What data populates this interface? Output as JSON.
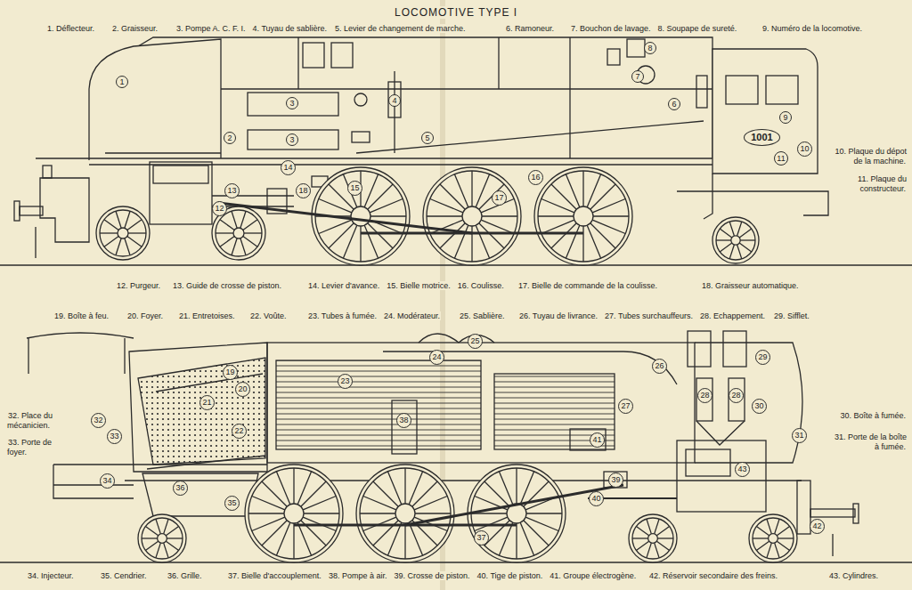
{
  "diagram": {
    "title": "LOCOMOTIVE TYPE I",
    "nodes": [
      {
        "text": [
          "1"
        ]
      },
      {
        "text": [
          "2"
        ]
      },
      {
        "text": [
          "3"
        ]
      },
      {
        "text": [
          "3"
        ]
      },
      {
        "text": [
          "4"
        ]
      },
      {
        "text": [
          "5"
        ]
      },
      {
        "text": [
          "6"
        ]
      },
      {
        "text": [
          "7"
        ]
      },
      {
        "text": [
          "8"
        ]
      },
      {
        "text": [
          "9"
        ]
      },
      {
        "text": [
          "1001"
        ]
      },
      {
        "text": [
          "10"
        ]
      },
      {
        "text": [
          "11"
        ]
      },
      {
        "text": [
          "12"
        ]
      },
      {
        "text": [
          "13"
        ]
      },
      {
        "text": [
          "14"
        ]
      },
      {
        "text": [
          "15"
        ]
      },
      {
        "text": [
          "16"
        ]
      },
      {
        "text": [
          "17"
        ]
      },
      {
        "text": [
          "18"
        ]
      },
      {
        "text": [
          "19"
        ]
      },
      {
        "text": [
          "20"
        ]
      },
      {
        "text": [
          "21"
        ]
      },
      {
        "text": [
          "22"
        ]
      },
      {
        "text": [
          "23"
        ]
      },
      {
        "text": [
          "24"
        ]
      },
      {
        "text": [
          "25"
        ]
      },
      {
        "text": [
          "26"
        ]
      },
      {
        "text": [
          "27"
        ]
      },
      {
        "text": [
          "28"
        ]
      },
      {
        "text": [
          "28"
        ]
      },
      {
        "text": [
          "29"
        ]
      },
      {
        "text": [
          "30"
        ]
      },
      {
        "text": [
          "31"
        ]
      },
      {
        "text": [
          "32"
        ]
      },
      {
        "text": [
          "33"
        ]
      },
      {
        "text": [
          "34"
        ]
      },
      {
        "text": [
          "35"
        ]
      },
      {
        "text": [
          "36"
        ]
      },
      {
        "text": [
          "37"
        ]
      },
      {
        "text": [
          "38"
        ]
      },
      {
        "text": [
          "39"
        ]
      },
      {
        "text": [
          "40"
        ]
      },
      {
        "text": [
          "41"
        ]
      },
      {
        "text": [
          "42"
        ]
      },
      {
        "text": [
          "43"
        ]
      }
    ],
    "labels": [
      "1. Déflecteur.",
      "2. Graisseur.",
      "3. Pompe A. C. F. I.",
      "4. Tuyau de sablière.",
      "5. Levier de changement de marche.",
      "6. Ramoneur.",
      "7. Bouchon de lavage.",
      "8. Soupape de sureté.",
      "9. Numéro de la locomotive.",
      "10. Plaque du dépot de la machine.",
      "11. Plaque du constructeur.",
      "12. Purgeur.",
      "13. Guide de crosse de piston.",
      "14. Levier d'avance.",
      "15. Bielle motrice.",
      "16. Coulisse.",
      "17. Bielle de commande de la coulisse.",
      "18. Graisseur automatique.",
      "19. Boîte à feu.",
      "20. Foyer.",
      "21. Entretoises.",
      "22. Voûte.",
      "23. Tubes à fumée.",
      "24. Modérateur.",
      "25. Sablière.",
      "26. Tuyau de livrance.",
      "27. Tubes surchauffeurs.",
      "28. Echappement.",
      "29. Sifflet.",
      "32. Place du mécanicien.",
      "33. Porte de foyer.",
      "30. Boîte à fumée.",
      "31. Porte de la boîte à fumée.",
      "34. Injecteur.",
      "35. Cendrier.",
      "36. Grille.",
      "37. Bielle d'accouplement.",
      "38. Pompe à air.",
      "39. Crosse de piston.",
      "40. Tige de piston.",
      "41. Groupe électrogène.",
      "42. Réservoir secondaire des freins.",
      "43. Cylindres."
    ]
  }
}
